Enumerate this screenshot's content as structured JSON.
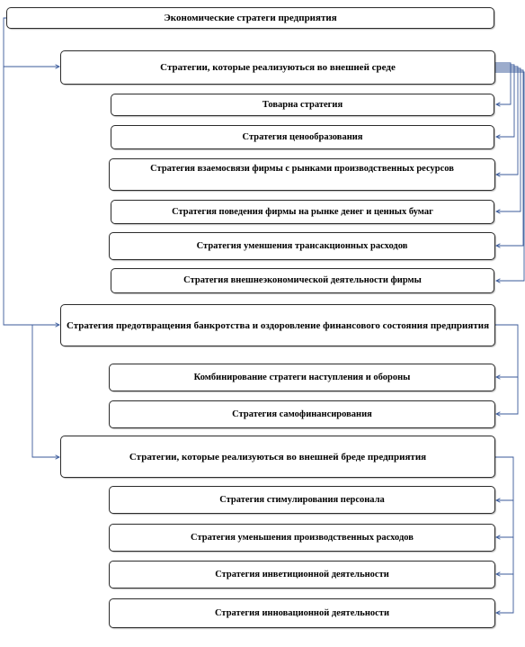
{
  "title": "Экономические стратеги предприятия",
  "groups": [
    {
      "label": "Стратегии, которые реализуються во внешней среде",
      "items": [
        "Товарна стратегия",
        "Стратегия ценообразования",
        "Стратегия взаемосвязи фирмы с рынками производственных ресурсов",
        "Стратегия поведения фирмы на рынке денег и ценных бумаг",
        "Стратегия уменшения  трансакционных  расходов",
        "Стратегия внешнеэкономической деятельности фирмы"
      ]
    },
    {
      "label": "Стратегия  предотвращения банкротства и оздоровление финансового состояния предприятия",
      "items": [
        "Комбинирование  стратеги наступления и обороны",
        "Стратегия самофинансирования"
      ]
    },
    {
      "label": "Стратегии, которые реализуються  во внешней бреде предприятия",
      "items": [
        "Стратегия стимулирования персонала",
        "Стратегия уменьшения производственных расходов",
        "Стратегия инветиционной  деятельности",
        "Стратегия инновационной  деятельности"
      ]
    }
  ],
  "colors": {
    "connector": "#3a5a9a",
    "border": "#2b2b2b"
  }
}
